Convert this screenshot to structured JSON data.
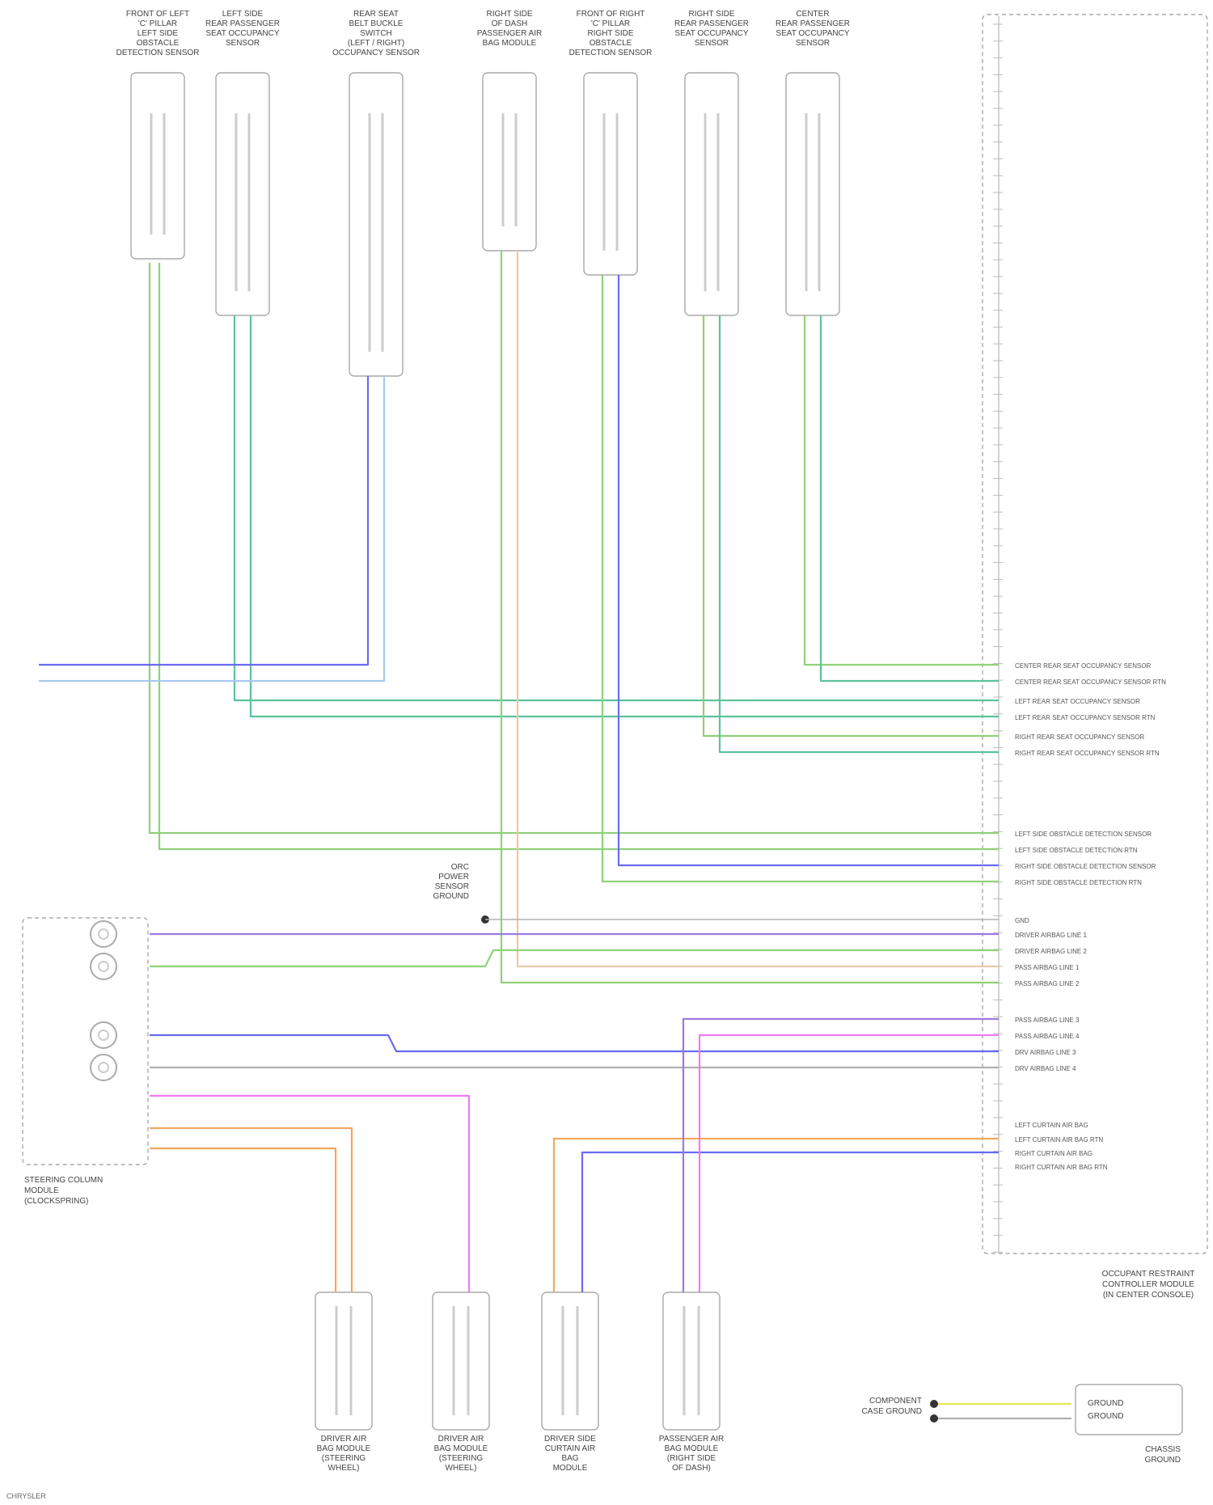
{
  "connectors_top": [
    {
      "id": "c1",
      "lines": [
        "FRONT OF LEFT",
        "'C' PILLAR",
        "LEFT SIDE",
        "OBSTACLE",
        "DETECTION SENSOR"
      ]
    },
    {
      "id": "c2",
      "lines": [
        "LEFT SIDE",
        "REAR PASSENGER",
        "SEAT OCCUPANCY",
        "SENSOR"
      ]
    },
    {
      "id": "c3",
      "lines": [
        "REAR SEAT",
        "BELT BUCKLE",
        "SWITCH",
        "(LEFT / RIGHT)",
        "OCCUPANCY SENSOR"
      ]
    },
    {
      "id": "c4",
      "lines": [
        "RIGHT SIDE",
        "OF DASH",
        "PASSENGER AIR",
        "BAG MODULE"
      ]
    },
    {
      "id": "c5",
      "lines": [
        "FRONT OF RIGHT",
        "'C' PILLAR",
        "RIGHT SIDE",
        "OBSTACLE",
        "DETECTION SENSOR"
      ]
    },
    {
      "id": "c6",
      "lines": [
        "RIGHT SIDE",
        "REAR PASSENGER",
        "SEAT OCCUPANCY",
        "SENSOR"
      ]
    },
    {
      "id": "c7",
      "lines": [
        "CENTER",
        "REAR PASSENGER",
        "SEAT OCCUPANCY",
        "SENSOR"
      ]
    }
  ],
  "connectors_bottom": [
    {
      "id": "b1",
      "lines": [
        "DRIVER AIR",
        "BAG MODULE",
        "(STEERING",
        "WHEEL)"
      ]
    },
    {
      "id": "b2",
      "lines": [
        "DRIVER AIR",
        "BAG MODULE",
        "(STEERING",
        "WHEEL)"
      ]
    },
    {
      "id": "b3",
      "lines": [
        "DRIVER SIDE",
        "CURTAIN AIR",
        "BAG",
        "MODULE"
      ]
    },
    {
      "id": "b4",
      "lines": [
        "PASSENGER AIR",
        "BAG MODULE",
        "(RIGHT SIDE",
        "OF DASH)"
      ]
    }
  ],
  "left_module": {
    "lines": [
      "STEERING COLUMN",
      "MODULE",
      "(CLOCKSPRING)"
    ]
  },
  "right_module": {
    "lines": [
      "OCCUPANT RESTRAINT",
      "CONTROLLER MODULE",
      "(IN CENTER CONSOLE)"
    ]
  },
  "bottom_right_label": {
    "lines": [
      "CHASSIS",
      "GROUND"
    ]
  },
  "ground_label": {
    "lines": [
      "COMPONENT",
      "CASE GROUND"
    ]
  },
  "ground_box": {
    "lines": [
      "GROUND",
      "GROUND"
    ]
  },
  "mid_label": {
    "lines": [
      "ORC",
      "POWER",
      "SENSOR",
      "GROUND"
    ]
  },
  "right_signals": [
    "CENTER REAR SEAT OCCUPANCY SENSOR",
    "CENTER REAR SEAT OCCUPANCY SENSOR RTN",
    "LEFT REAR SEAT OCCUPANCY SENSOR",
    "LEFT REAR SEAT OCCUPANCY SENSOR RTN",
    "RIGHT REAR SEAT OCCUPANCY SENSOR",
    "RIGHT REAR SEAT OCCUPANCY SENSOR RTN",
    "LEFT SIDE OBSTACLE DETECTION SENSOR",
    "LEFT SIDE OBSTACLE DETECTION RTN",
    "RIGHT SIDE OBSTACLE DETECTION SENSOR",
    "RIGHT SIDE OBSTACLE DETECTION RTN",
    "GND",
    "DRIVER AIRBAG LINE 1",
    "DRIVER AIRBAG LINE 2",
    "PASS AIRBAG LINE 1",
    "PASS AIRBAG LINE 2",
    "PASS AIRBAG LINE 3",
    "PASS AIRBAG LINE 4",
    "DRV AIRBAG LINE 3",
    "DRV AIRBAG LINE 4",
    "LEFT CURTAIN AIR BAG",
    "LEFT CURTAIN AIR BAG RTN",
    "RIGHT CURTAIN AIR BAG",
    "RIGHT CURTAIN AIR BAG RTN"
  ],
  "wire_colors": {
    "green": "#8fd17a",
    "teal": "#5cc39a",
    "blue": "#6a6af0",
    "lightblue": "#a8c8f0",
    "pink": "#f07af0",
    "orange": "#f0a860",
    "yellow": "#e8e850",
    "beige": "#e8c8a8",
    "gray": "#b0b0b0",
    "violet": "#9a7ae0"
  },
  "footer": "CHRYSLER"
}
